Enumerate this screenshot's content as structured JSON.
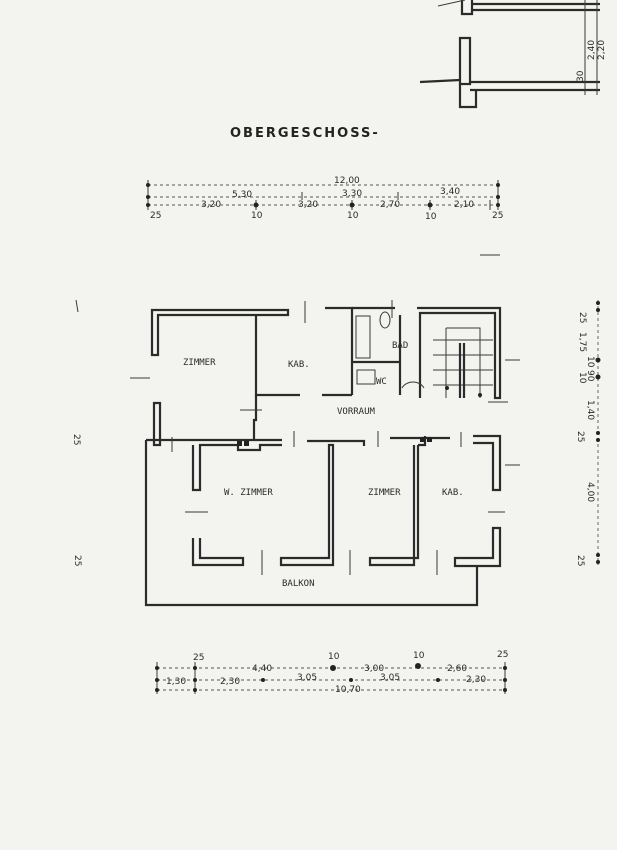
{
  "title": "OBERGESCHOSS-",
  "rooms": {
    "zimmer_left": "ZIMMER",
    "kab_top": "KAB.",
    "bad": "BAD",
    "wc": "WC",
    "vorraum": "VORRAUM",
    "wohnzimmer": "W. ZIMMER",
    "zimmer_right": "ZIMMER",
    "kab_right": "KAB.",
    "balkon": "BALKON"
  },
  "top_dims": {
    "total": "12,00",
    "a": "5,30",
    "b": "3,30",
    "c": "3,40",
    "d1": "3,20",
    "d2": "3,20",
    "d3": "2,70",
    "d4": "2,10",
    "w1": "25",
    "w2": "10",
    "w3": "10",
    "w4": "10",
    "w5": "25"
  },
  "bottom_dims": {
    "w1": "25",
    "a": "4,40",
    "w2": "10",
    "b": "3,00",
    "w3": "10",
    "c": "2,60",
    "w4": "25",
    "e1": "1,30",
    "e2": "2,30",
    "e3": "3,05",
    "e4": "3,05",
    "e5": "2,30",
    "total": "10,70"
  },
  "right_dims": [
    "25",
    "1,75",
    "10",
    "90",
    "10",
    "1,40",
    "25",
    "4,00",
    "25"
  ],
  "left_marks": [
    "25",
    "25"
  ],
  "section_dims": {
    "h1": "2,40",
    "h2": "2,20",
    "slab": "30"
  }
}
